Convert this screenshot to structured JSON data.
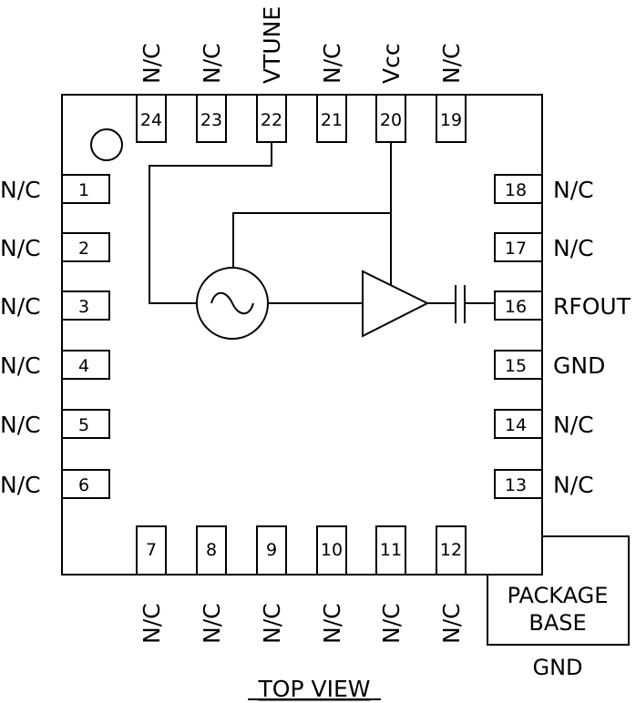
{
  "pins": {
    "top": [
      {
        "n": "24",
        "label": "N/C"
      },
      {
        "n": "23",
        "label": "N/C"
      },
      {
        "n": "22",
        "label": "VTUNE"
      },
      {
        "n": "21",
        "label": "N/C"
      },
      {
        "n": "20",
        "label": "Vcc"
      },
      {
        "n": "19",
        "label": "N/C"
      }
    ],
    "left": [
      {
        "n": "1",
        "label": "N/C"
      },
      {
        "n": "2",
        "label": "N/C"
      },
      {
        "n": "3",
        "label": "N/C"
      },
      {
        "n": "4",
        "label": "N/C"
      },
      {
        "n": "5",
        "label": "N/C"
      },
      {
        "n": "6",
        "label": "N/C"
      }
    ],
    "right": [
      {
        "n": "18",
        "label": "N/C"
      },
      {
        "n": "17",
        "label": "N/C"
      },
      {
        "n": "16",
        "label": "RFOUT"
      },
      {
        "n": "15",
        "label": "GND"
      },
      {
        "n": "14",
        "label": "N/C"
      },
      {
        "n": "13",
        "label": "N/C"
      }
    ],
    "bottom": [
      {
        "n": "7",
        "label": "N/C"
      },
      {
        "n": "8",
        "label": "N/C"
      },
      {
        "n": "9",
        "label": "N/C"
      },
      {
        "n": "10",
        "label": "N/C"
      },
      {
        "n": "11",
        "label": "N/C"
      },
      {
        "n": "12",
        "label": "N/C"
      }
    ]
  },
  "package_base": {
    "line1": "PACKAGE",
    "line2": "BASE",
    "gnd": "GND"
  },
  "view_label": "TOP VIEW",
  "symbols": [
    "pin1-marker-icon",
    "oscillator-icon",
    "amplifier-icon",
    "capacitor-icon"
  ]
}
